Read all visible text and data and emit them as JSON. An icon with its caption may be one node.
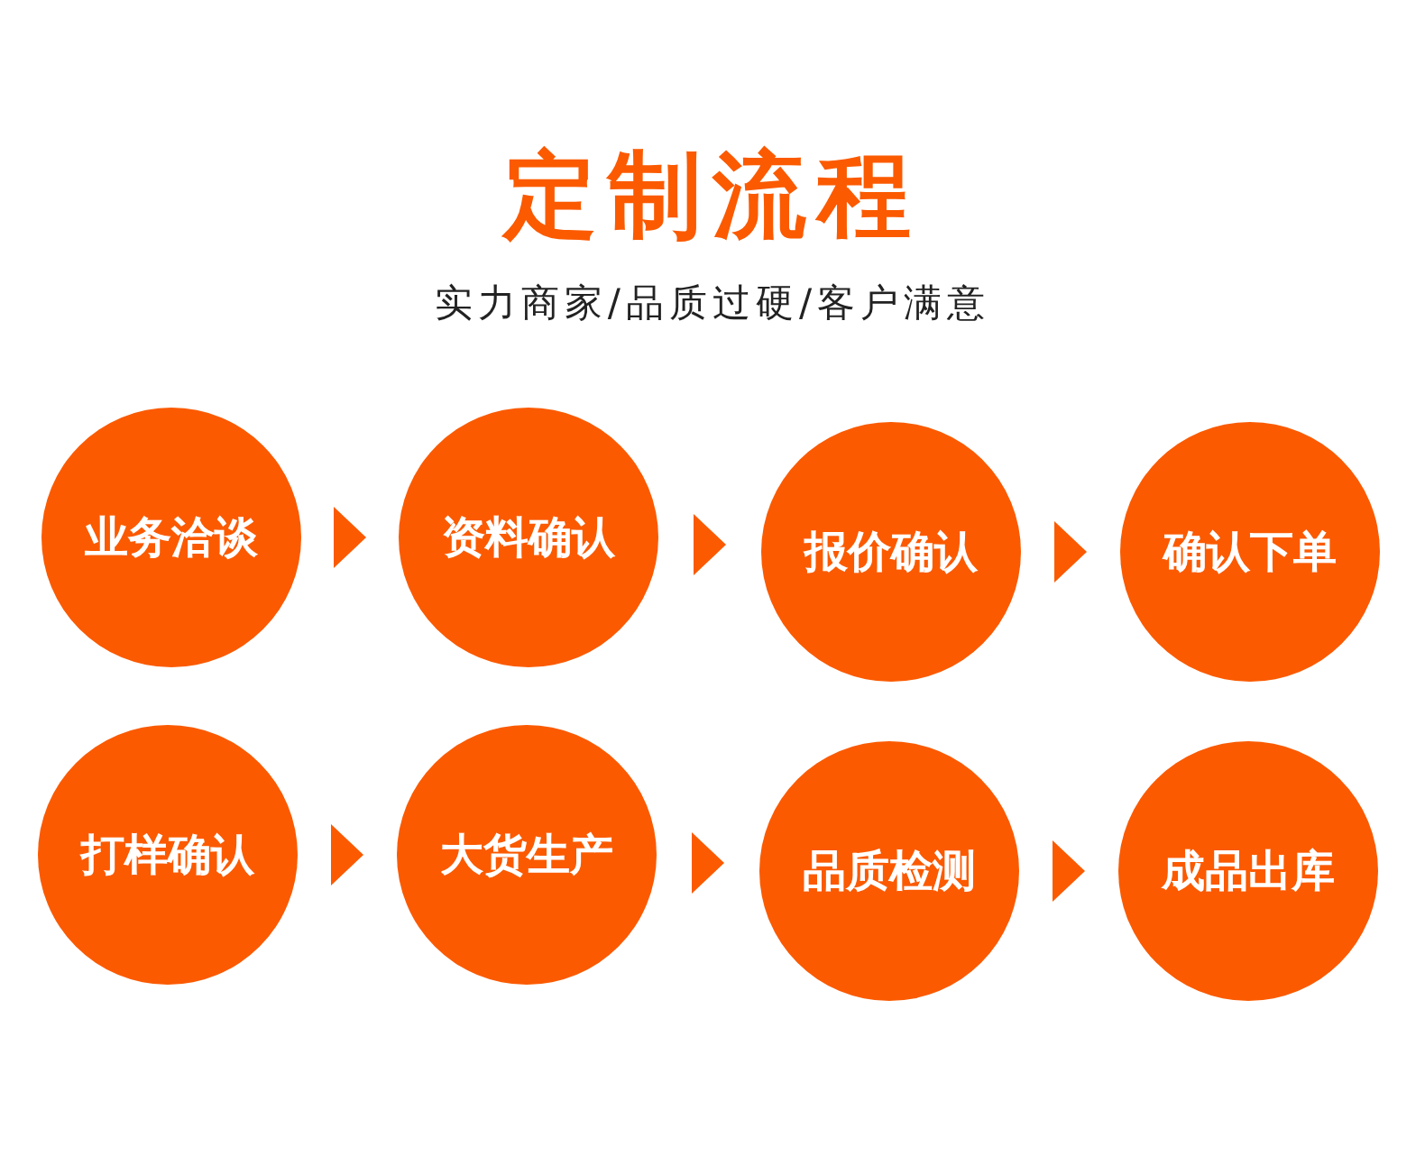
{
  "diagram": {
    "title": "定制流程",
    "nodes": [
      {
        "text": [
          "业务洽谈"
        ]
      },
      {
        "text": [
          "资料确认"
        ]
      },
      {
        "text": [
          "报价确认"
        ]
      },
      {
        "text": [
          "确认下单"
        ]
      },
      {
        "text": [
          "打样确认"
        ]
      },
      {
        "text": [
          "大货生产"
        ]
      },
      {
        "text": [
          "品质检测"
        ]
      },
      {
        "text": [
          "成品出库"
        ]
      }
    ],
    "edges": [
      {
        "from": 0,
        "to": 1,
        "arrow": "to"
      },
      {
        "from": 1,
        "to": 2,
        "arrow": "to"
      },
      {
        "from": 2,
        "to": 3,
        "arrow": "to"
      },
      {
        "from": 4,
        "to": 5,
        "arrow": "to"
      },
      {
        "from": 5,
        "to": 6,
        "arrow": "to"
      },
      {
        "from": 6,
        "to": 7,
        "arrow": "to"
      }
    ],
    "labels": [
      "实力商家/品质过硬/客户满意"
    ]
  }
}
